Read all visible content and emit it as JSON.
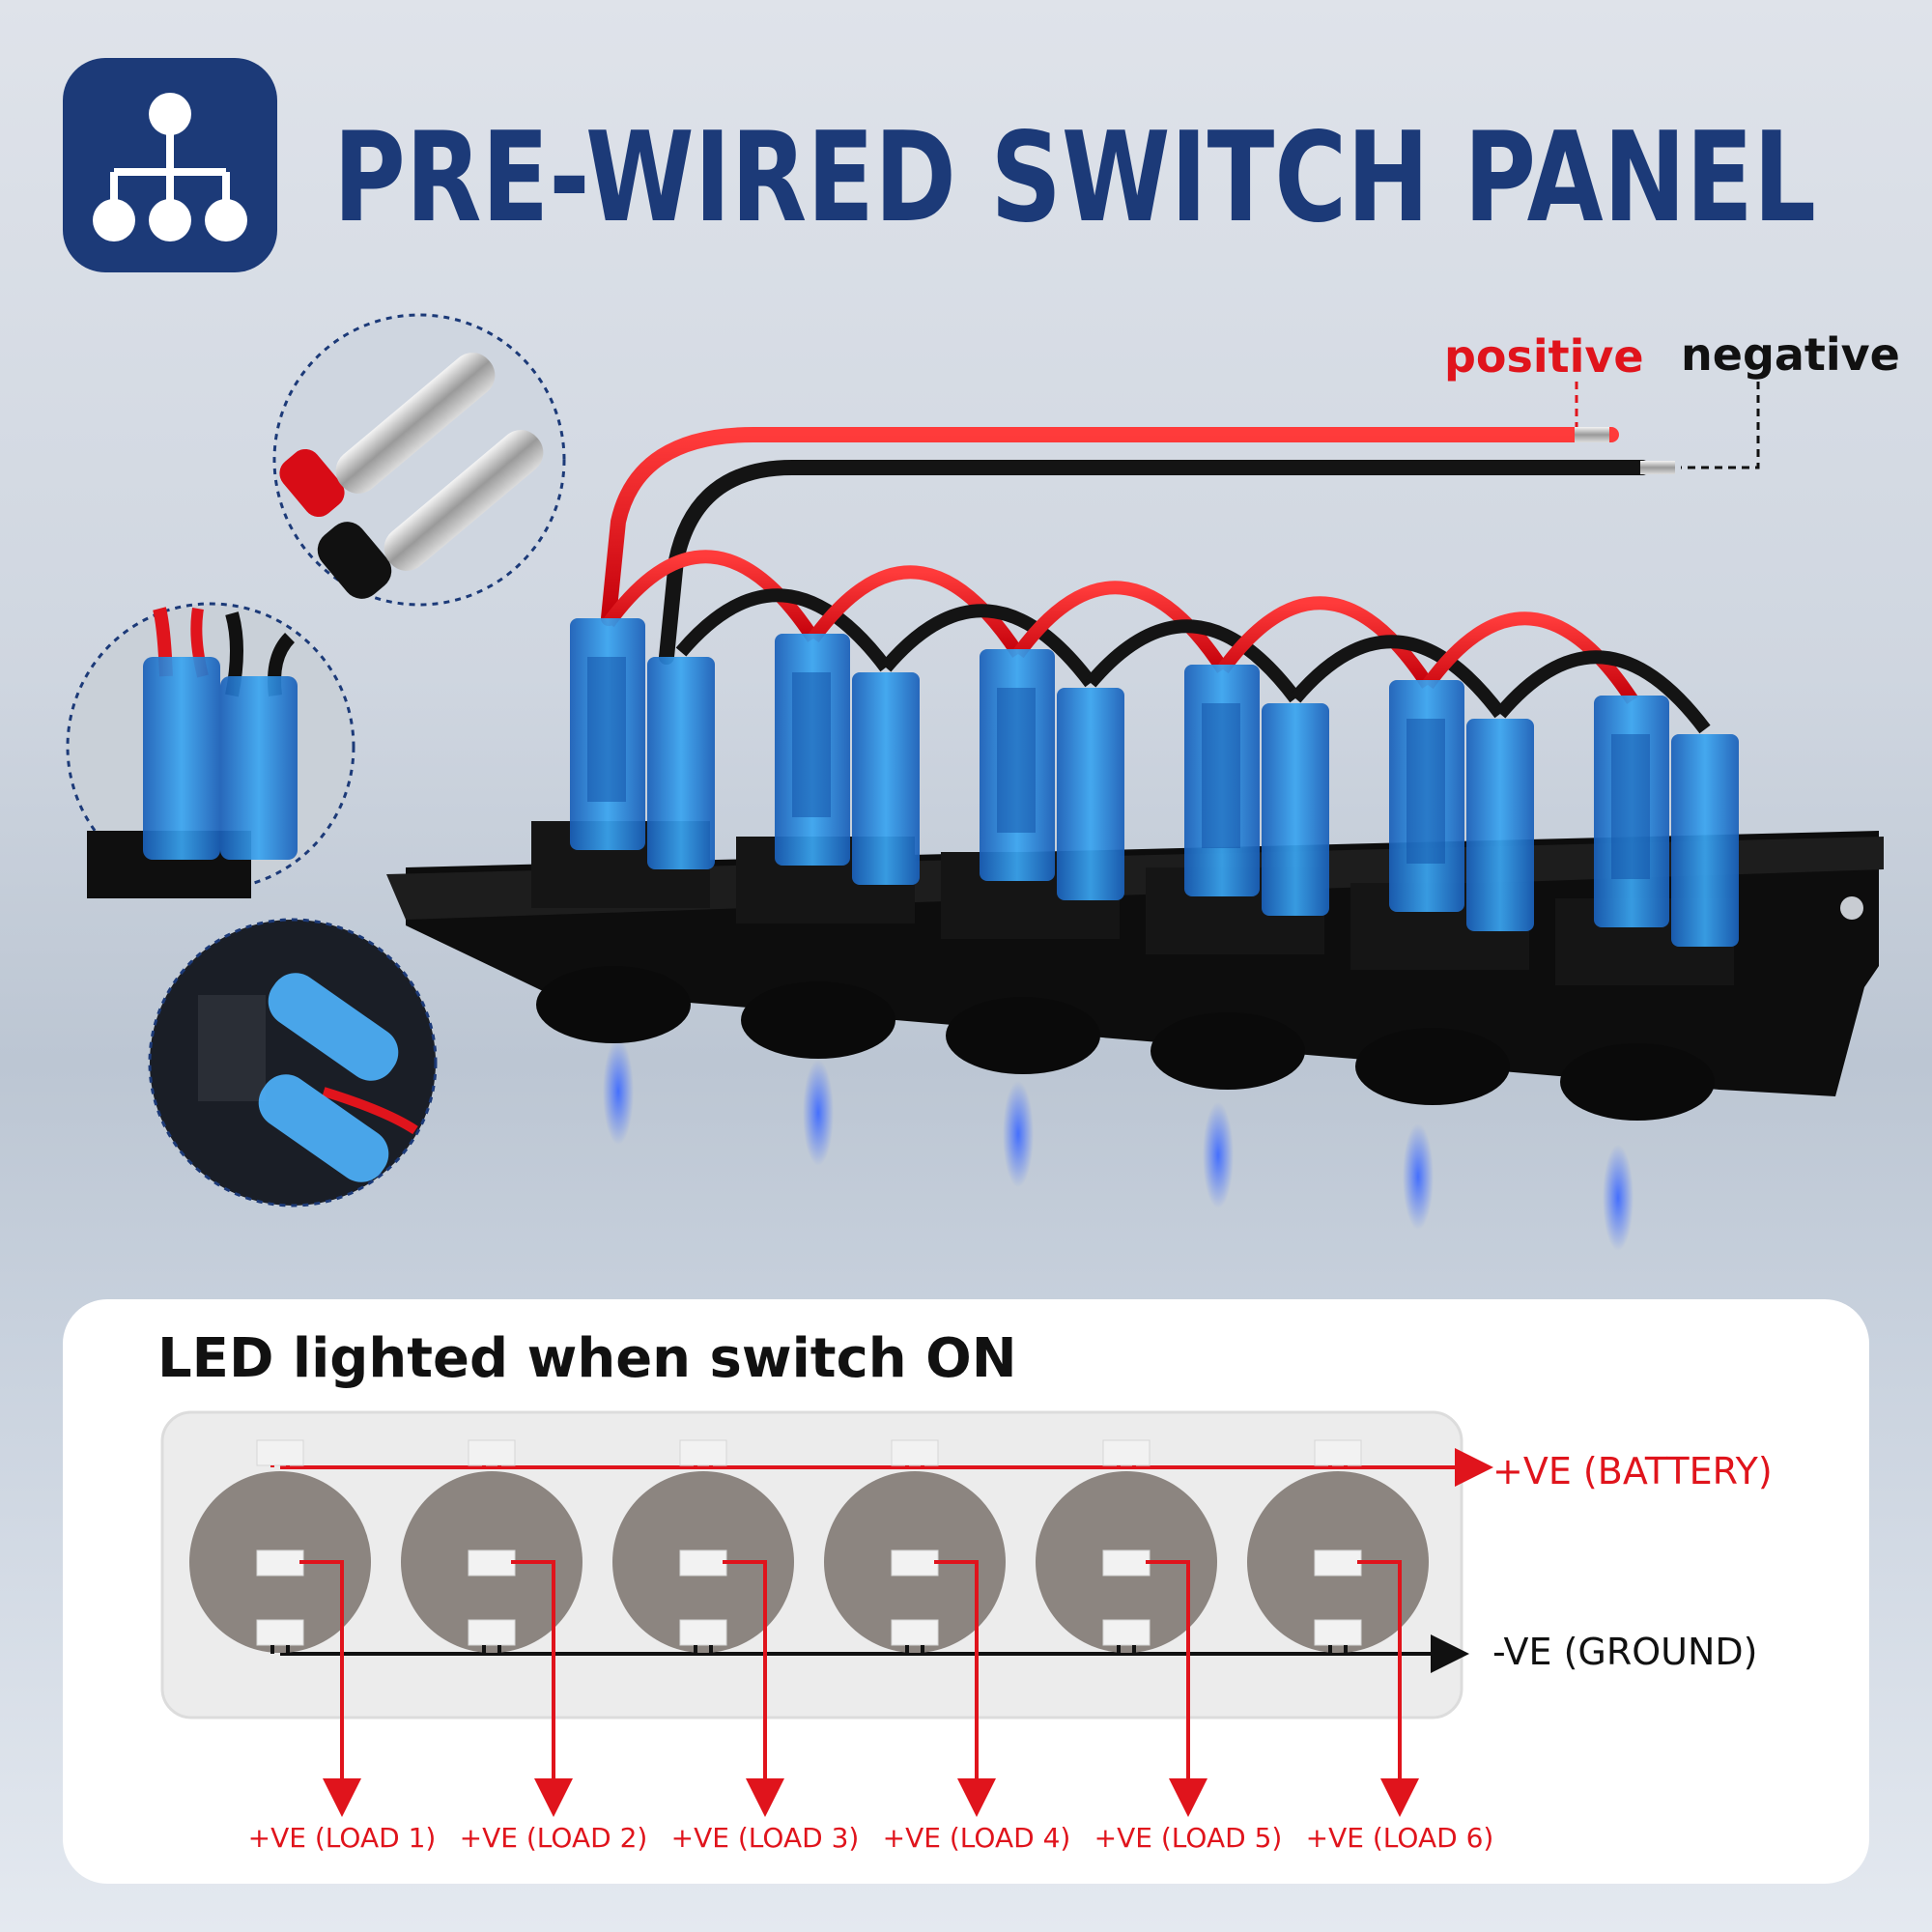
{
  "header": {
    "title": "PRE-WIRED SWITCH PANEL",
    "icon": "network-icon",
    "brand_color": "#1c3a78"
  },
  "wires": {
    "positive_label": "positive",
    "negative_label": "negative",
    "positive_color": "#e0141c",
    "negative_color": "#111111"
  },
  "diagram": {
    "heading": "LED lighted when switch ON",
    "battery_label": "+VE (BATTERY)",
    "ground_label": "-VE (GROUND)",
    "loads": [
      "+VE (LOAD 1)",
      "+VE (LOAD 2)",
      "+VE (LOAD 3)",
      "+VE (LOAD 4)",
      "+VE (LOAD 5)",
      "+VE (LOAD 6)"
    ]
  }
}
